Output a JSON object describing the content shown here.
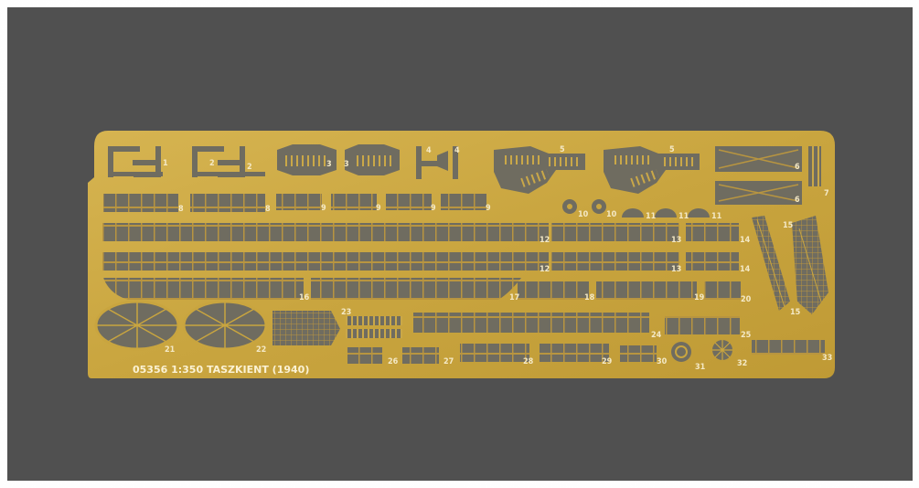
{
  "fret": {
    "title": "05356 1:350 TASZKIENT (1940)",
    "part_numbers": [
      "1",
      "2",
      "3",
      "4",
      "5",
      "6",
      "7",
      "8",
      "9",
      "10",
      "11",
      "12",
      "13",
      "14",
      "15",
      "16",
      "17",
      "18",
      "19",
      "20",
      "21",
      "22",
      "23",
      "24",
      "25",
      "26",
      "27",
      "28",
      "29",
      "30",
      "31",
      "32",
      "33"
    ]
  },
  "colors": {
    "background": "#5c5c5c",
    "brass": "#c9a53f",
    "brass_highlight": "#d8b653",
    "etched_void": "#6f6c60",
    "label": "#f4e9c6"
  }
}
